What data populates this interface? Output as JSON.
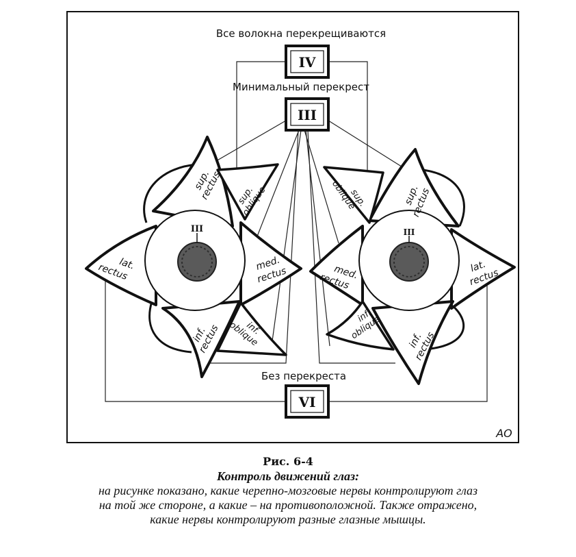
{
  "diagram": {
    "label_top": "Все волокна перекрещиваются",
    "label_mid": "Минимальный перекрест",
    "label_bottom": "Без перекреста",
    "nerve_iv": "IV",
    "nerve_iii": "III",
    "nerve_vi": "VI",
    "eye_nerve_mark": "III",
    "muscles": {
      "sup": "sup.",
      "rectus": "rectus",
      "oblique": "oblique",
      "lat": "lat.",
      "med": "med.",
      "inf": "inf."
    },
    "signature": "AO"
  },
  "caption": {
    "number": "Рис. 6-4",
    "title": "Контроль движений глаз:",
    "lines": [
      "на рисунке показано, какие черепно-мозговые нервы контролируют глаз",
      "на той же стороне, а какие – на противоположной. Также отражено,",
      "какие нервы контролируют разные глазные мышцы."
    ]
  }
}
